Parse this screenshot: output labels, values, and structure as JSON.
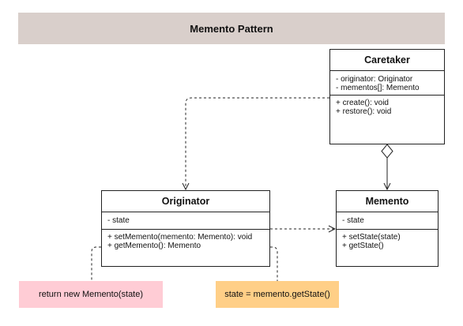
{
  "title": "Memento Pattern",
  "classes": {
    "caretaker": {
      "name": "Caretaker",
      "attributes": [
        "- originator: Originator",
        "- mementos[]: Memento"
      ],
      "methods": [
        "+ create(): void",
        "+ restore(): void"
      ]
    },
    "originator": {
      "name": "Originator",
      "attributes": [
        "- state"
      ],
      "methods": [
        "+ setMemento(memento: Memento): void",
        "+ getMemento(): Memento"
      ]
    },
    "memento": {
      "name": "Memento",
      "attributes": [
        "- state"
      ],
      "methods": [
        "+ setState(state)",
        "+ getState()"
      ]
    }
  },
  "notes": {
    "get_memento_impl": "return new Memento(state)",
    "set_memento_impl": "state = memento.getState()"
  },
  "colors": {
    "banner": "#d9cfcb",
    "note_pink": "#ffccd5",
    "note_orange": "#ffcf87"
  }
}
